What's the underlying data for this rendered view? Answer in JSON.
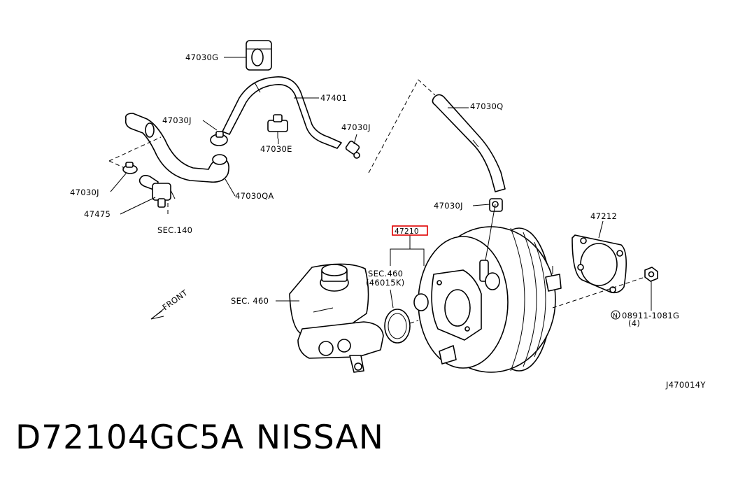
{
  "diagram_code": "J470014Y",
  "labels": {
    "p47030G": "47030G",
    "p47401": "47401",
    "p47030J_a": "47030J",
    "p47030J_b": "47030J",
    "p47030E": "47030E",
    "p47030Q": "47030Q",
    "p47030J_c": "47030J",
    "p47030J_d": "47030J",
    "p47030QA": "47030QA",
    "p47475": "47475",
    "sec140": "SEC.140",
    "p47210": "47210",
    "sec460_a": "SEC.460",
    "p46015K": "(46015K)",
    "sec460_b": "SEC. 460",
    "p47212": "47212",
    "p08911": "08911-1081G",
    "qty4": "(4)",
    "nut_symbol": "N",
    "front": "FRONT"
  },
  "highlighted_part": "47210",
  "footer": {
    "part_number": "D72104GC5A",
    "brand": "NISSAN"
  }
}
